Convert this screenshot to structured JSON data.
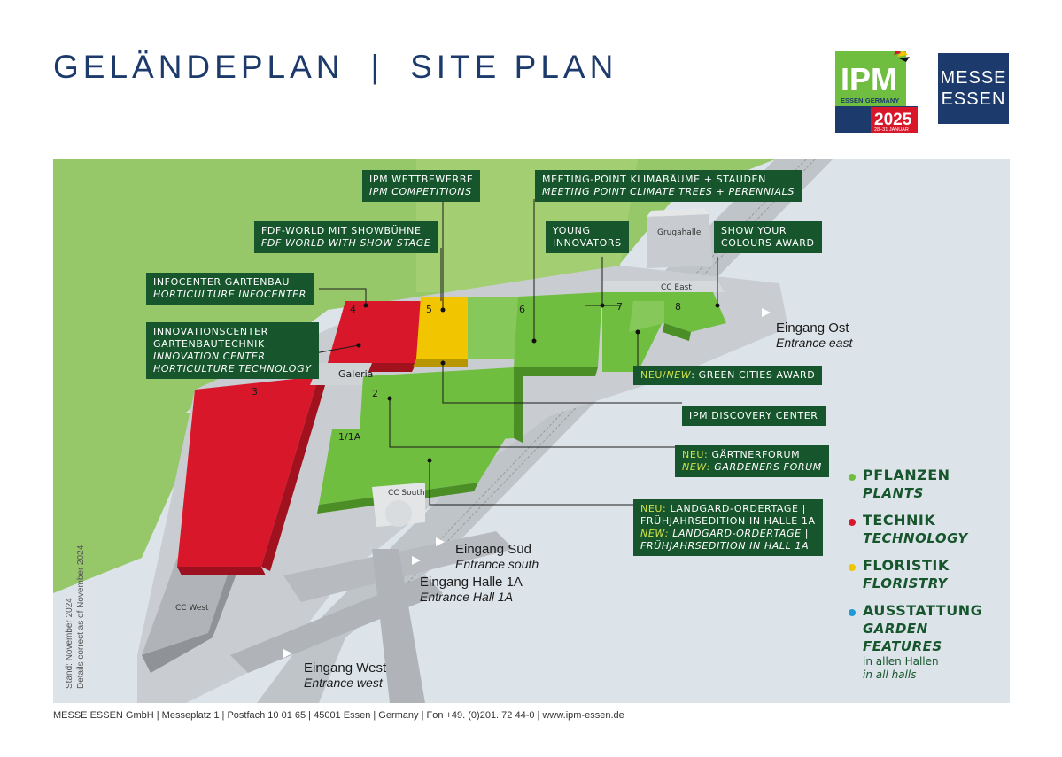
{
  "header": {
    "title_de": "GELÄNDEPLAN",
    "title_sep": "|",
    "title_en": "SITE PLAN"
  },
  "logos": {
    "ipm": {
      "mark": "IPM",
      "sub": "ESSEN·GERMANY",
      "year": "2025",
      "dates": "28–31 JANUAR"
    },
    "messe": {
      "line1": "MESSE",
      "line2": "ESSEN"
    }
  },
  "colors": {
    "plants": "#6fbe3f",
    "technology": "#d8182a",
    "floristry": "#f1c500",
    "garden_features": "#1e9bd7",
    "label_bg": "#17562d",
    "title": "#1c3a6b"
  },
  "halls": {
    "h1": "1/1A",
    "h2": "2",
    "h3": "3",
    "h4": "4",
    "h5": "5",
    "h6": "6",
    "h7": "7",
    "h8": "8",
    "galeria": "Galeria",
    "grugahalle": "Grugahalle",
    "cc_east": "CC East",
    "cc_south": "CC South",
    "cc_west": "CC West"
  },
  "labels": {
    "ipm_competitions": {
      "de": "IPM WETTBEWERBE",
      "en": "IPM COMPETITIONS"
    },
    "meeting_point": {
      "de": "MEETING-POINT KLIMABÄUME + STAUDEN",
      "en": "MEETING POINT CLIMATE TREES + PERENNIALS"
    },
    "fdf_world": {
      "de": "FDF-WORLD MIT SHOWBÜHNE",
      "en": "FDF WORLD WITH SHOW STAGE"
    },
    "young_innovators": {
      "l1": "YOUNG",
      "l2": "INNOVATORS"
    },
    "show_colours": {
      "l1": "SHOW YOUR",
      "l2": "COLOURS AWARD"
    },
    "infocenter": {
      "de": "INFOCENTER GARTENBAU",
      "en": "HORTICULTURE INFOCENTER"
    },
    "innovation_center": {
      "de1": "INNOVATIONSCENTER",
      "de2": "GARTENBAUTECHNIK",
      "en1": "INNOVATION CENTER",
      "en2": "HORTICULTURE TECHNOLOGY"
    },
    "green_cities": {
      "neu": "NEU/",
      "new": "NEW",
      "text": ": GREEN CITIES AWARD"
    },
    "discovery": {
      "text": "IPM DISCOVERY CENTER"
    },
    "gaertnerforum": {
      "neu": "NEU:",
      "de": " GÄRTNERFORUM",
      "new": "NEW:",
      "en": " GARDENERS FORUM"
    },
    "landgard": {
      "neu": "NEU:",
      "de1": " LANDGARD-ORDERTAGE |",
      "de2": "FRÜHJAHRSEDITION IN HALLE 1A",
      "new": "NEW:",
      "en1": " LANDGARD-ORDERTAGE |",
      "en2": "FRÜHJAHRSEDITION IN HALL 1A"
    }
  },
  "entrances": {
    "east": {
      "de": "Eingang Ost",
      "en": "Entrance east"
    },
    "south": {
      "de": "Eingang Süd",
      "en": "Entrance south"
    },
    "hall1a": {
      "de": "Eingang Halle 1A",
      "en": "Entrance Hall 1A"
    },
    "west": {
      "de": "Eingang West",
      "en": "Entrance west"
    }
  },
  "legend": {
    "plants": {
      "de": "PFLANZEN",
      "en": "PLANTS"
    },
    "technology": {
      "de": "TECHNIK",
      "en": "TECHNOLOGY"
    },
    "floristry": {
      "de": "FLORISTIK",
      "en": "FLORISTRY"
    },
    "garden_features": {
      "de": "AUSSTATTUNG",
      "en1": "GARDEN",
      "en2": "FEATURES",
      "note_de": "in allen Hallen",
      "note_en": "in all halls"
    }
  },
  "stand": {
    "de": "Stand: November 2024",
    "en": "Details correct as of November 2024"
  },
  "footer": {
    "text": "MESSE ESSEN GmbH  |  Messeplatz 1  |  Postfach 10 01 65  |  45001 Essen  |  Germany  |  Fon +49. (0)201. 72 44-0  |  www.ipm-essen.de"
  }
}
